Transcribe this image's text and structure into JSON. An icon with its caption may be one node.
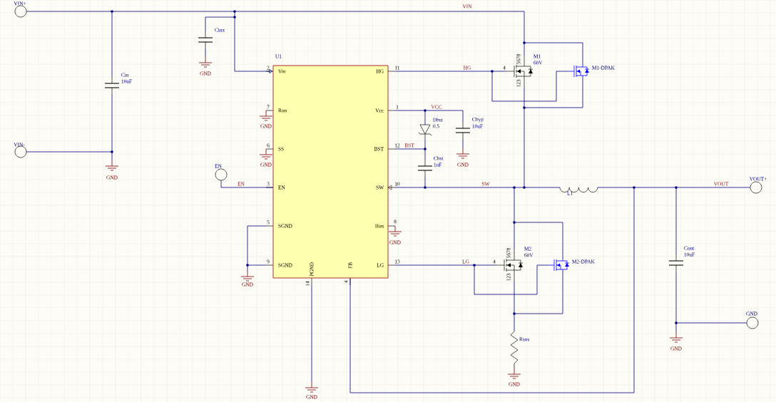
{
  "diagram": {
    "nodes": [
      {
        "text": [
          "VIN+"
        ]
      },
      {
        "text": [
          "U1",
          "Vin",
          "Ron",
          "SS",
          "EN",
          "SGND",
          "SGND",
          "PGND",
          "FB",
          "HG",
          "Vcc",
          "BST",
          "SW",
          "Ilim",
          "LG"
        ]
      },
      {
        "text": [
          "VIN-"
        ]
      },
      {
        "text": [
          "EN"
        ]
      },
      {
        "text": [
          "VOUT+"
        ]
      },
      {
        "text": [
          "GND"
        ]
      }
    ],
    "edges": [
      {
        "from": 0,
        "to": 1,
        "arrow": "to"
      },
      {
        "from": 3,
        "to": 1,
        "arrow": "none"
      },
      {
        "from": 4,
        "to": 1,
        "arrow": "none"
      }
    ],
    "labels": [
      "VIN",
      "Cinx",
      "Cin",
      "GND",
      "10uF",
      "2",
      "7",
      "6",
      "3",
      "5",
      "9",
      "11",
      "1",
      "12",
      "10",
      "8",
      "13",
      "14",
      "4",
      "HG",
      "4",
      "M1",
      "60V",
      "5678",
      "123",
      "M1-DPAK",
      "VCC",
      "Dbst",
      "0.5",
      "Cbyp",
      "10uF",
      "GND",
      "GND",
      "BST",
      "GND",
      "Cbst",
      "1uF",
      "EN",
      "SW",
      "L1",
      "VOUT",
      "GND",
      "LG",
      "4",
      "M2",
      "60V",
      "5678",
      "123",
      "M2-DPAK",
      "Cout",
      "10uF",
      "GND",
      "Rsns",
      "GND",
      "GND",
      "GND",
      "GND"
    ]
  }
}
